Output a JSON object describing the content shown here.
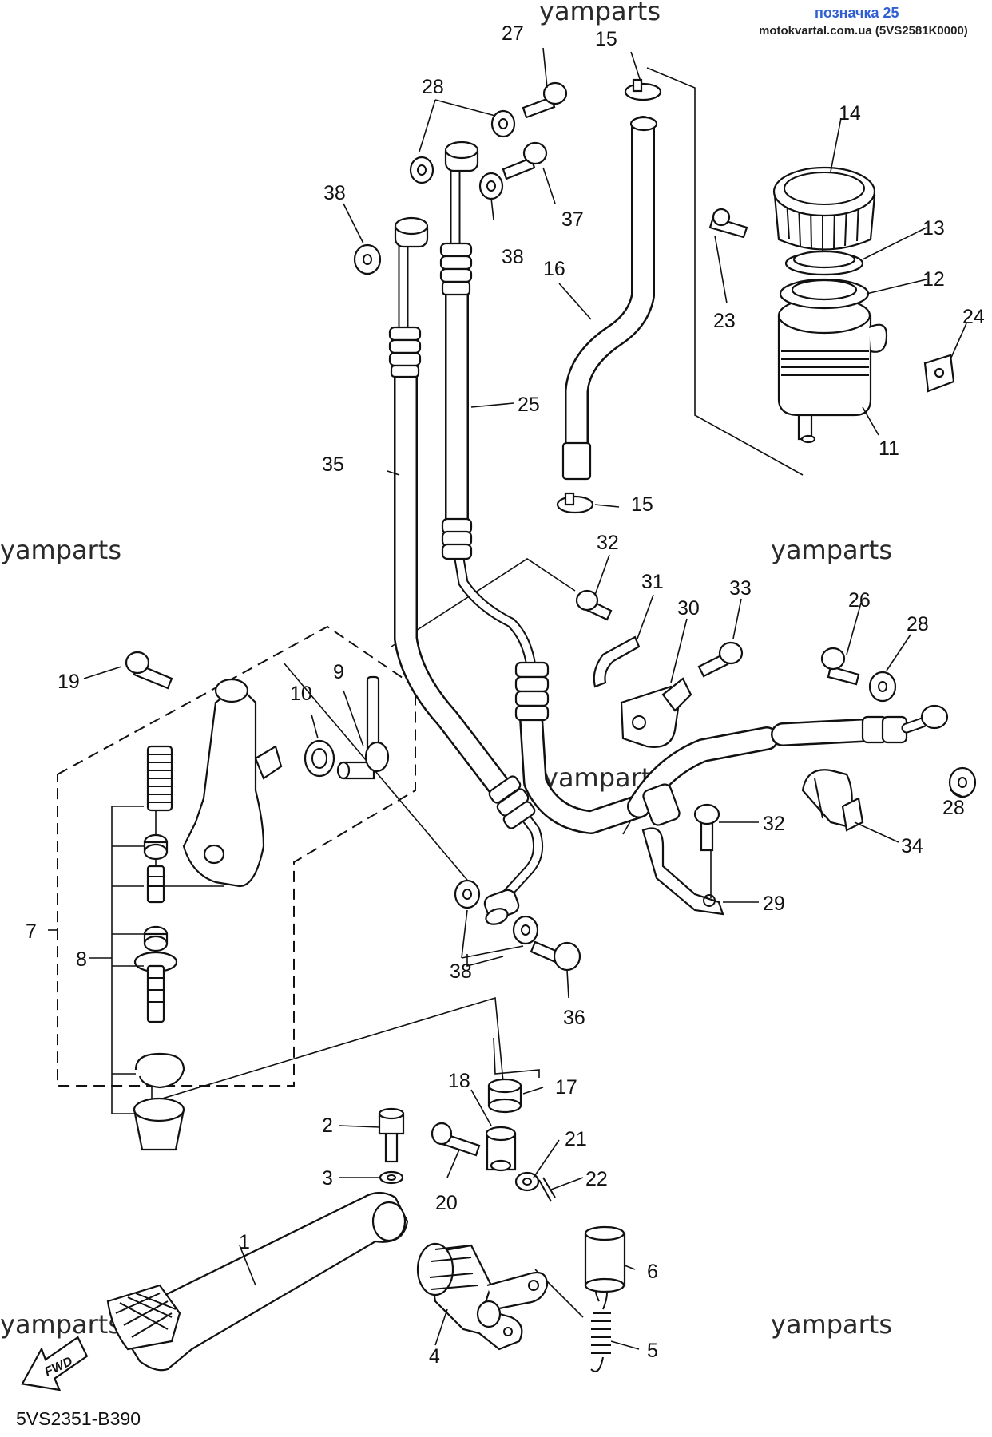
{
  "header": {
    "link_text": "позначка 25",
    "source_text": "motokvartal.com.ua (5VS2581K0000)"
  },
  "watermarks": [
    "yamparts",
    "yamparts",
    "yamparts",
    "yamparts",
    "yamparts",
    "yamparts"
  ],
  "diagram_code": "5VS2351-B390",
  "fwd_label": "FWD",
  "part_labels": {
    "p1": "1",
    "p2": "2",
    "p3": "3",
    "p4": "4",
    "p5": "5",
    "p6": "6",
    "p7": "7",
    "p8": "8",
    "p9": "9",
    "p10": "10",
    "p11": "11",
    "p12": "12",
    "p13": "13",
    "p14": "14",
    "p15a": "15",
    "p15b": "15",
    "p16": "16",
    "p17": "17",
    "p18": "18",
    "p19": "19",
    "p20": "20",
    "p21": "21",
    "p22": "22",
    "p23": "23",
    "p24": "24",
    "p25": "25",
    "p26": "26",
    "p27": "27",
    "p28a": "28",
    "p28b": "28",
    "p28c": "28",
    "p29": "29",
    "p30": "30",
    "p31": "31",
    "p32a": "32",
    "p32b": "32",
    "p33": "33",
    "p34": "34",
    "p35": "35",
    "p36": "36",
    "p37": "37",
    "p38a": "38",
    "p38b": "38",
    "p38c": "38"
  }
}
